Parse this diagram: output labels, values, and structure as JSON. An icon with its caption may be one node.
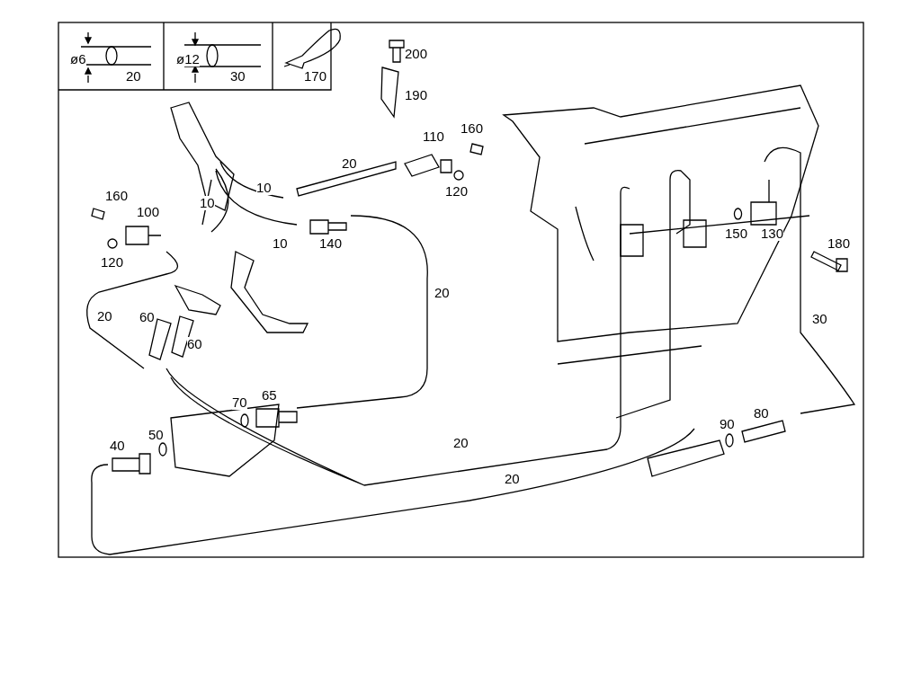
{
  "diagram": {
    "labels": [
      "ø6",
      "ø12",
      "200",
      "20",
      "30",
      "170",
      "190",
      "110",
      "160",
      "20",
      "10",
      "120",
      "160",
      "100",
      "10",
      "10",
      "140",
      "150",
      "130",
      "180",
      "120",
      "20",
      "20",
      "60",
      "30",
      "60",
      "70",
      "65",
      "90",
      "80",
      "40",
      "50",
      "20",
      "20"
    ]
  }
}
